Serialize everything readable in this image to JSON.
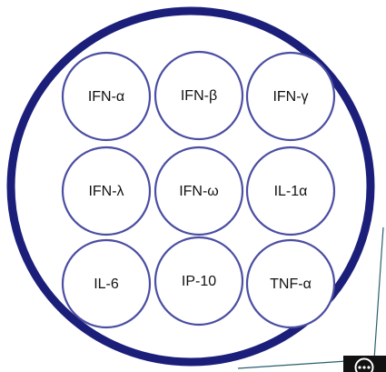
{
  "colors": {
    "outer_ring": "#1b1f7a",
    "cell_ring": "#4b4ea2",
    "pointer_line": "#2a5f6f",
    "badge_bg": "#111111",
    "badge_fg": "#ffffff"
  },
  "cells": [
    {
      "label": "IFN-α"
    },
    {
      "label": "IFN-β"
    },
    {
      "label": "IFN-γ"
    },
    {
      "label": "IFN-λ"
    },
    {
      "label": "IFN-ω"
    },
    {
      "label": "IL-1α"
    },
    {
      "label": "IL-6"
    },
    {
      "label": "IP-10"
    },
    {
      "label": "TNF-α"
    }
  ],
  "badge": {
    "icon": "chat-bubble-icon"
  }
}
